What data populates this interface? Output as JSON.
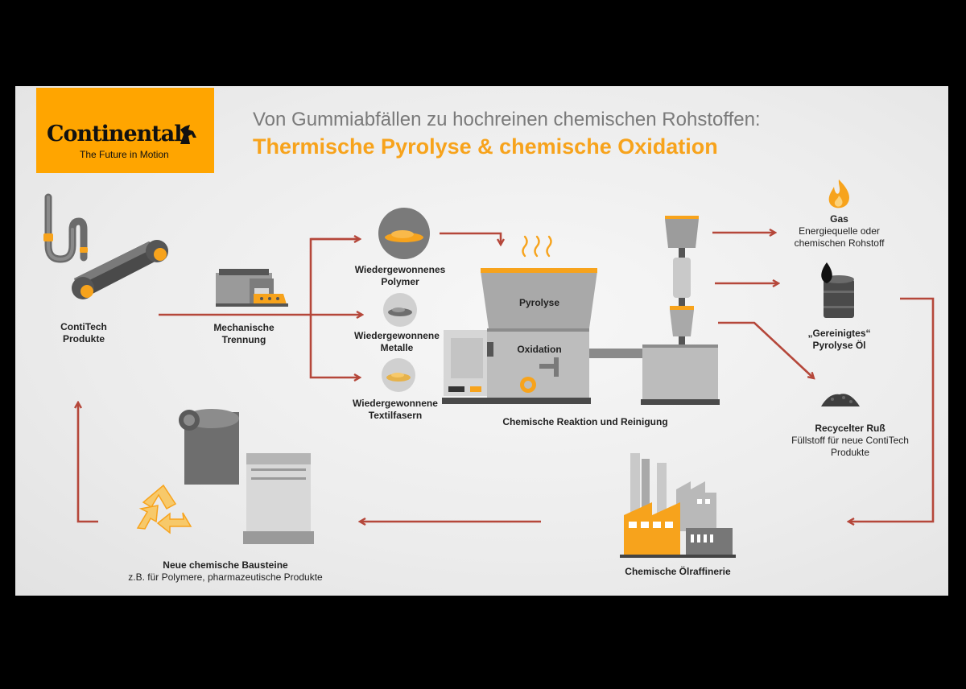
{
  "brand": {
    "name": "Continental",
    "tagline": "The Future in Motion",
    "color": "#ffa500"
  },
  "header": {
    "line1": "Von Gummiabfällen zu hochreinen chemischen Rohstoffen:",
    "line2": "Thermische Pyrolyse & chemische Oxidation"
  },
  "colors": {
    "accent": "#f7a31c",
    "arrow": "#b5473a",
    "machine_grey": "#b9b9b9"
  },
  "nodes": {
    "contitech": {
      "l1": "ContiTech",
      "l2": "Produkte"
    },
    "trennung": {
      "l1": "Mechanische",
      "l2": "Trennung"
    },
    "polymer": {
      "l1": "Wiedergewonnenes",
      "l2": "Polymer"
    },
    "metalle": {
      "l1": "Wiedergewonnene",
      "l2": "Metalle"
    },
    "textil": {
      "l1": "Wiedergewonnene",
      "l2": "Textilfasern"
    },
    "reactor": {
      "top": "Pyrolyse",
      "bottom": "Oxidation",
      "caption": "Chemische Reaktion und Reinigung"
    },
    "gas": {
      "title": "Gas",
      "d1": "Energiequelle oder",
      "d2": "chemischen Rohstoff"
    },
    "oel": {
      "l1": "„Gereinigtes“",
      "l2": "Pyrolyse Öl"
    },
    "russ": {
      "title": "Recycelter Ruß",
      "d1": "Füllstoff für neue ContiTech",
      "d2": "Produkte"
    },
    "raffinerie": {
      "title": "Chemische Ölraffinerie"
    },
    "bausteine": {
      "title": "Neue chemische Bausteine",
      "desc": "z.B. für Polymere, pharmazeutische Produkte"
    }
  }
}
